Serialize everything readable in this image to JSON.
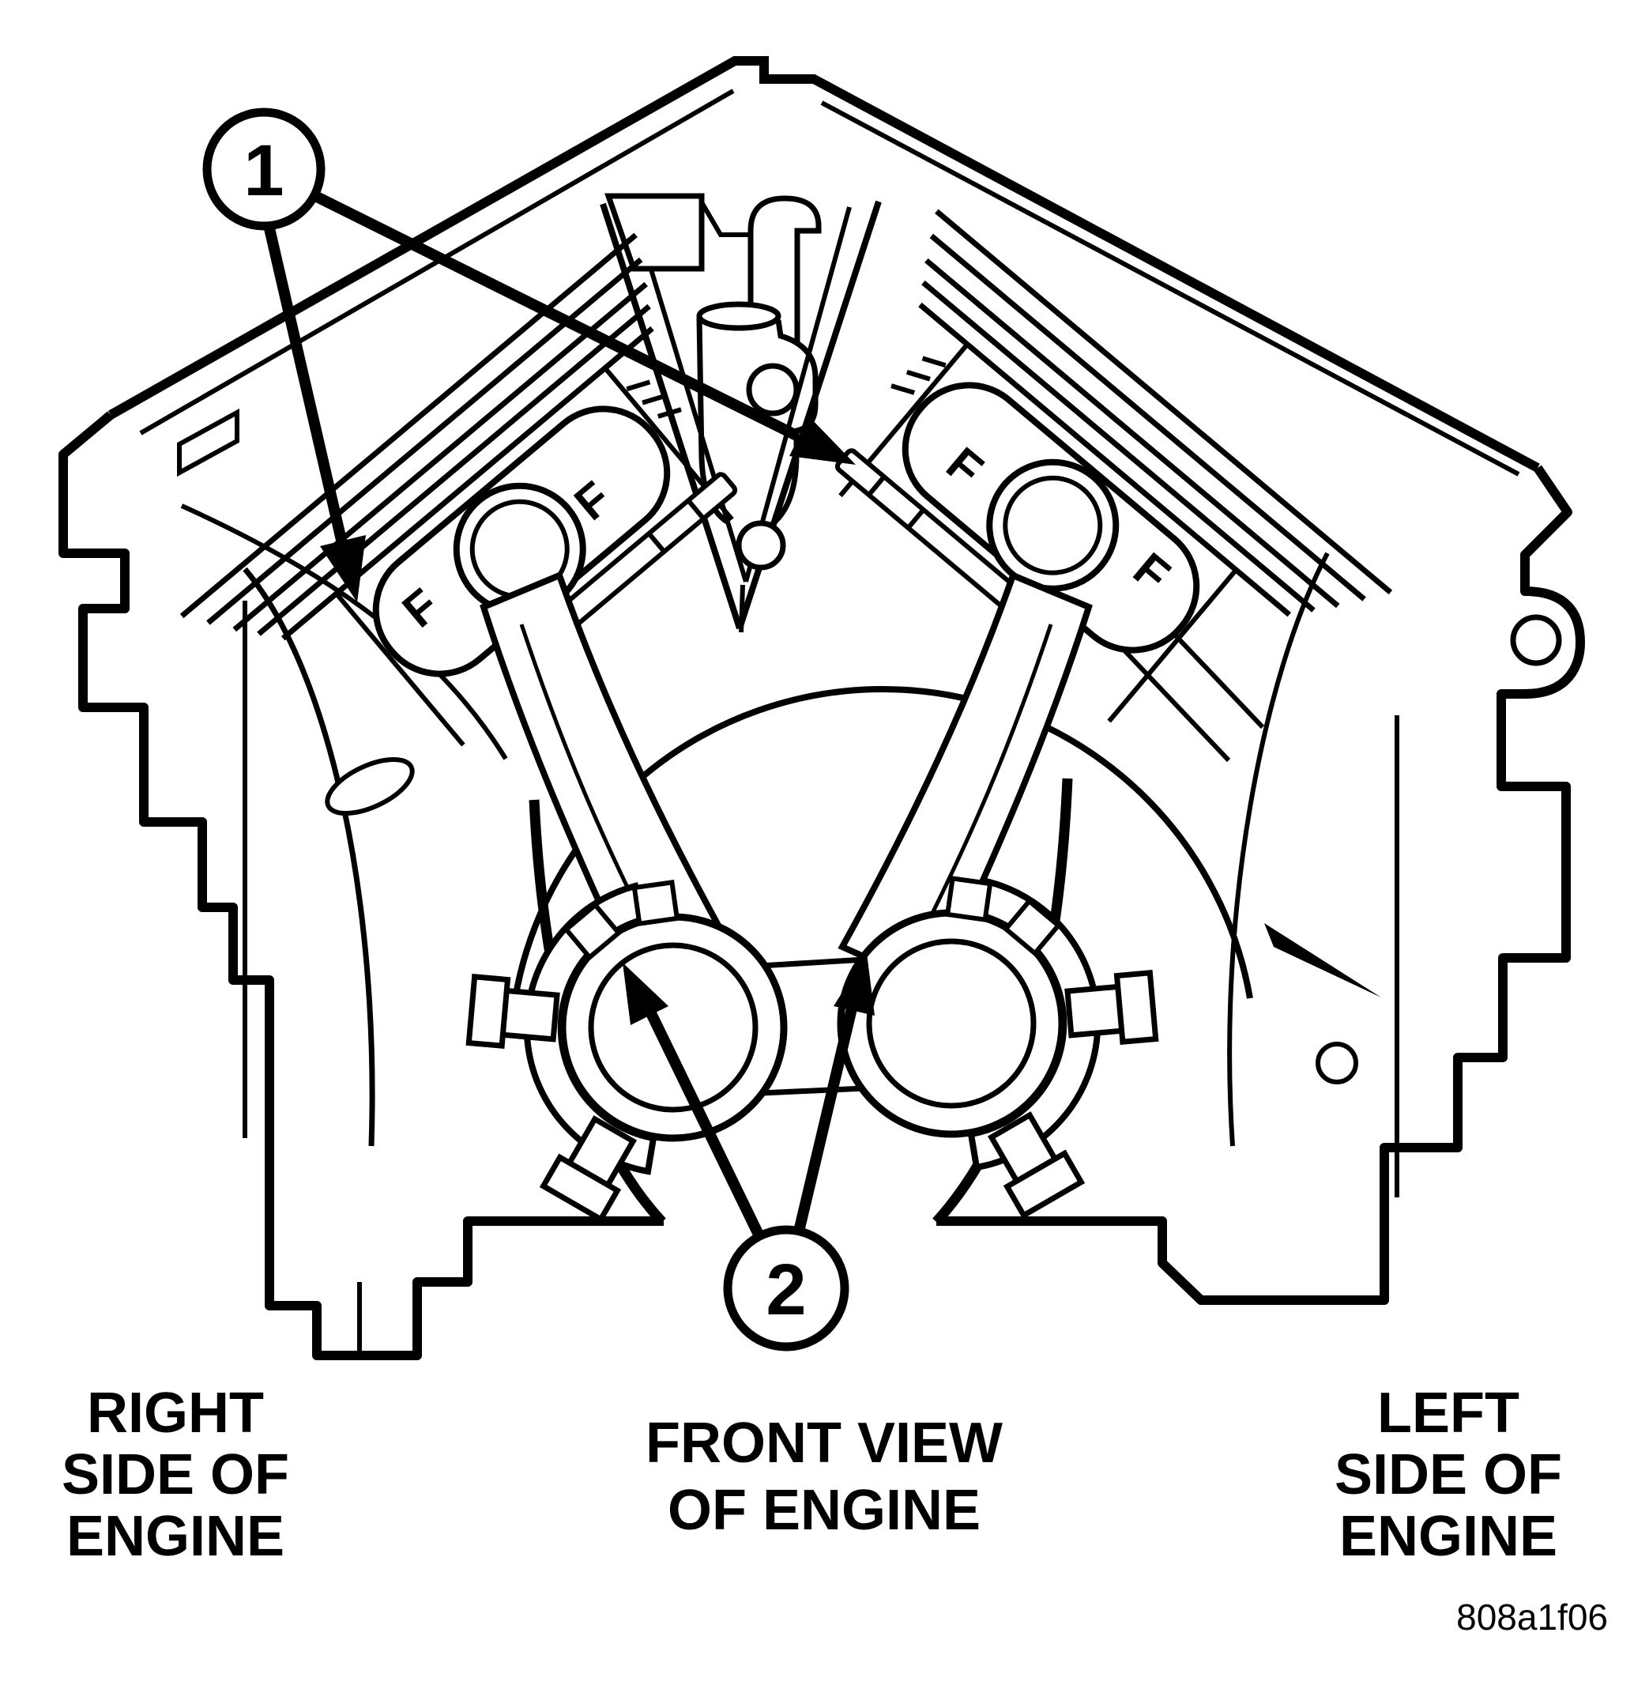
{
  "figure": {
    "type": "engine-front-view-line-diagram",
    "callouts": {
      "one": "1",
      "two": "2"
    },
    "piston_marks": {
      "left_a": "F",
      "left_b": "F",
      "right_a": "F",
      "right_b": "F"
    },
    "labels": {
      "right_side": {
        "line1": "RIGHT",
        "line2": "SIDE OF",
        "line3": "ENGINE"
      },
      "front_view": {
        "line1": "FRONT VIEW",
        "line2": "OF ENGINE"
      },
      "left_side": {
        "line1": "LEFT",
        "line2": "SIDE OF",
        "line3": "ENGINE"
      }
    },
    "figure_code": "808a1f06",
    "colors": {
      "line": "#000000",
      "background": "#ffffff"
    }
  }
}
